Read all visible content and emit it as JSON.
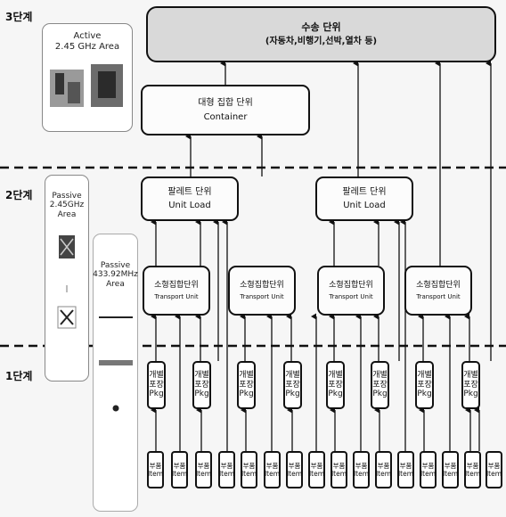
{
  "stages": {
    "stage3": "3단계",
    "stage2": "2단계",
    "stage1": "1단계"
  },
  "areas": {
    "active": {
      "line1": "Active",
      "line2": "2.45 GHz Area"
    },
    "passive245": {
      "line1": "Passive",
      "line2": "2.45GHz",
      "line3": "Area"
    },
    "passive433": {
      "line1": "Passive",
      "line2": "433.92MHz",
      "line3": "Area"
    }
  },
  "vehicle": {
    "line1": "수송 단위",
    "line2": "(자동차,비행기,선박,열차 등)"
  },
  "container": {
    "line1": "대형 집합 단위",
    "line2": "Container"
  },
  "unit_load": {
    "line1": "팔레트 단위",
    "line2": "Unit Load"
  },
  "transport_unit": {
    "line1": "소형집합단위",
    "line2": "Transport Unit"
  },
  "package": {
    "line1": "개별",
    "line2": "포장",
    "line3": "Pkg"
  },
  "item": {
    "line1": "부품",
    "line2": "Item"
  }
}
